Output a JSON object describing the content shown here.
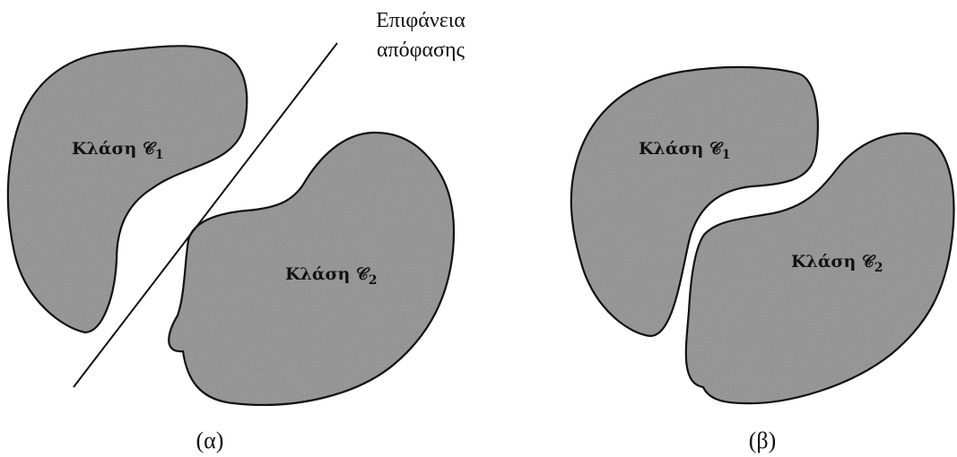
{
  "panels": [
    {
      "label": "(α)",
      "decision_surface": {
        "line1": "Επιφάνεια",
        "line2": "απόφασης"
      },
      "class1": {
        "text": "Κλάση ",
        "symbol": "𝒞",
        "subscript": "1"
      },
      "class2": {
        "text": "Κλάση ",
        "symbol": "𝒞",
        "subscript": "2"
      }
    },
    {
      "label": "(β)",
      "class1": {
        "text": "Κλάση ",
        "symbol": "𝒞",
        "subscript": "1"
      },
      "class2": {
        "text": "Κλάση ",
        "symbol": "𝒞",
        "subscript": "2"
      }
    }
  ],
  "colors": {
    "region_fill": "#8e8e8e",
    "outline": "#111111",
    "background": "#ffffff"
  }
}
